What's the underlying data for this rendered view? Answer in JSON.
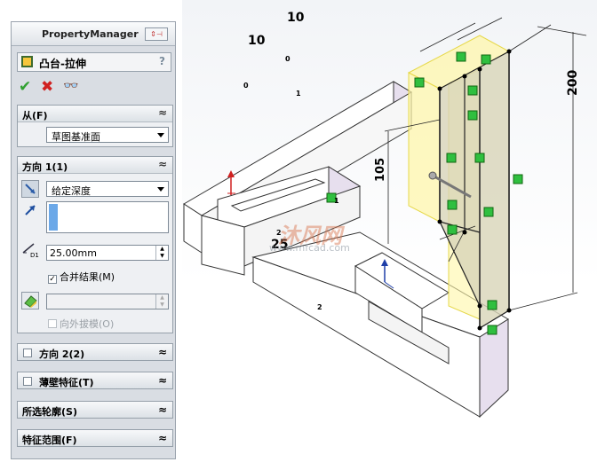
{
  "pm": {
    "title": "PropertyManager",
    "feature_title": "凸台-拉伸",
    "help": "?",
    "actions": {
      "ok": "✔",
      "cancel": "✖",
      "preview": "👓"
    },
    "from": {
      "header": "从(F)",
      "value": "草图基准面"
    },
    "direction1": {
      "header": "方向 1(1)",
      "end_condition": "给定深度",
      "depth": "25.00mm",
      "depth_icon_label": "D1",
      "merge_result": "合并结果(M)",
      "merge_checked": true,
      "draft_outward": "向外拔模(O)"
    },
    "direction2": {
      "header": "方向 2(2)"
    },
    "thin_feature": {
      "header": "薄壁特征(T)"
    },
    "selected_contours": {
      "header": "所选轮廓(S)"
    },
    "feature_scope": {
      "header": "特征范围(F)"
    }
  },
  "viewport": {
    "dimensions": {
      "d10_a": "10",
      "d10_b": "10",
      "d200": "200",
      "d105": "105",
      "d25": "25"
    },
    "watermark": "沐风网",
    "watermark_url": "www.mfcad.com",
    "relation_labels": {
      "r0a": "0",
      "r0b": "0",
      "r1a": "1",
      "r1b": "1",
      "r2a": "2",
      "r2b": "2"
    }
  },
  "colors": {
    "panel_bg": "#d9dde3",
    "accent_green": "#2fbf3f",
    "preview_yellow": "#fff7a6",
    "wall_purple": "#e7dfee"
  }
}
